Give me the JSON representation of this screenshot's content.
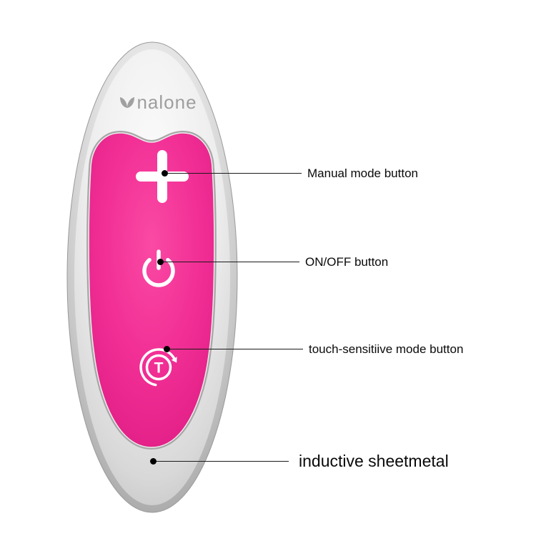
{
  "brand": {
    "logo_text": "nalone",
    "logo_icon": "nalone-flower-icon",
    "logo_color": "#9e9e9e"
  },
  "device": {
    "buttons": [
      {
        "id": "manual-mode-button",
        "icon": "plus-icon"
      },
      {
        "id": "on-off-button",
        "icon": "power-icon"
      },
      {
        "id": "touch-mode-button",
        "icon": "rotate-t-icon",
        "letter": "T"
      }
    ],
    "body_color_light": "#f2f2f2",
    "body_color_dark": "#9a9a9a",
    "panel_color": "#f23096",
    "icon_color": "#ffffff"
  },
  "annotations": [
    {
      "label": "Manual mode button"
    },
    {
      "label": "ON/OFF button"
    },
    {
      "label": "touch-sensitiive mode button"
    },
    {
      "label": "inductive sheetmetal"
    }
  ]
}
